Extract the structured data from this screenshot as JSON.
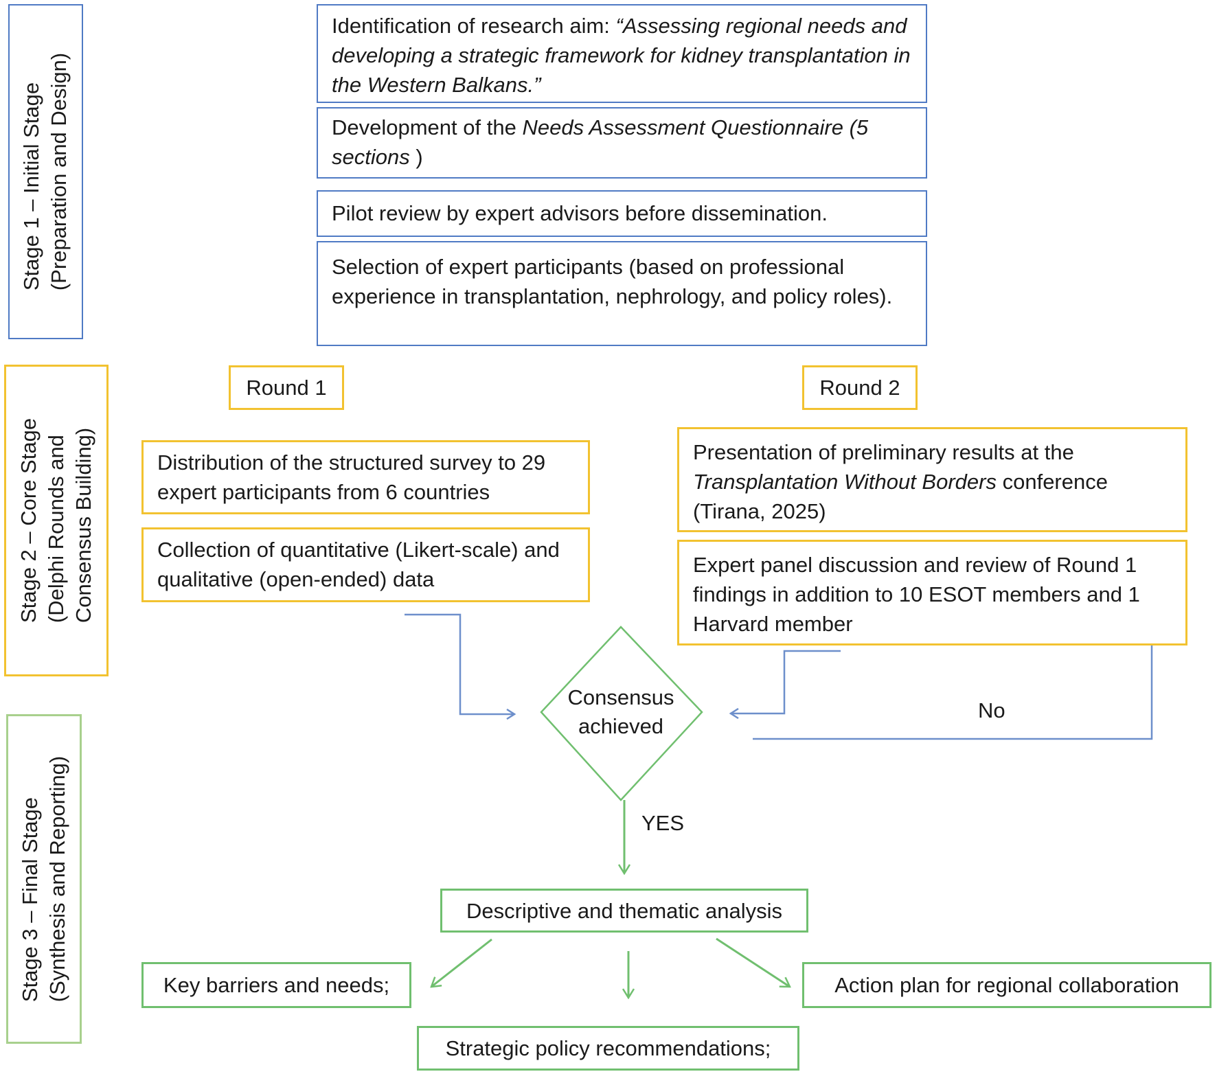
{
  "stages": [
    {
      "line1": "Stage 1 – Initial Stage",
      "line2": "(Preparation and Design)",
      "line3": ""
    },
    {
      "line1": "Stage 2 – Core Stage",
      "line2": "(Delphi Rounds and",
      "line3": "Consensus Building)"
    },
    {
      "line1": "Stage 3 – Final Stage",
      "line2": "(Synthesis and Reporting)",
      "line3": ""
    }
  ],
  "stage1": {
    "research_aim": {
      "prefix": "Identification of research aim: ",
      "italic": "“Assessing regional needs and developing a strategic framework for kidney transplantation in the Western Balkans.”"
    },
    "questionnaire": {
      "prefix": "Development of the ",
      "italic": "Needs Assessment Questionnaire (5 sections",
      "suffix": " )"
    },
    "pilot_review": "Pilot review by expert advisors before dissemination.",
    "selection": "Selection of expert participants (based on professional experience in transplantation, nephrology, and policy roles)."
  },
  "stage2": {
    "round1": {
      "label": "Round 1",
      "distribution": "Distribution of the structured survey to 29 expert participants from 6 countries",
      "collection": "Collection of quantitative (Likert-scale) and qualitative (open-ended) data"
    },
    "round2": {
      "label": "Round 2",
      "presentation": {
        "prefix": "Presentation of preliminary results at the ",
        "italic": "Transplantation Without Borders",
        "suffix": " conference (Tirana, 2025)"
      },
      "expert_panel": "Expert panel discussion and review of Round 1 findings in addition to 10 ESOT members and 1 Harvard member"
    },
    "decision": {
      "line1": "Consensus",
      "line2": "achieved",
      "no_label": "No",
      "yes_label": "YES"
    }
  },
  "stage3": {
    "analysis": "Descriptive and thematic analysis",
    "outputs": {
      "barriers": "Key barriers and needs;",
      "policy": "Strategic policy recommendations;",
      "action_plan": "Action plan for regional collaboration"
    }
  },
  "colors": {
    "stage1": "#4f7ac4",
    "stage2": "#f2c230",
    "stage3": "#70bf6f",
    "connector_blue": "#6d8fcb",
    "connector_green": "#70bf6f"
  }
}
